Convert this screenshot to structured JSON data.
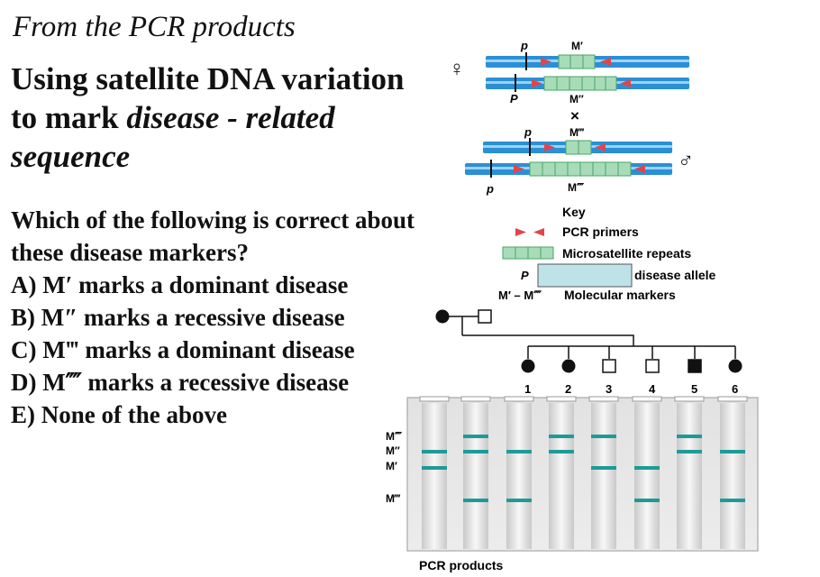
{
  "slide": {
    "subtitle": "From the PCR products",
    "title_part1": "Using satellite DNA variation to mark ",
    "title_emphasis": "disease - related sequence",
    "question": "Which of the following is correct about these disease markers?",
    "options": [
      "A) M′ marks a dominant disease",
      "B) M″ marks a recessive disease",
      "C) M‴ marks a dominant disease",
      "D) M⁗ marks a recessive disease",
      "E) None of the above"
    ]
  },
  "figure": {
    "female_symbol": "♀",
    "male_symbol": "♂",
    "cross_symbol": "×",
    "chromosome_labels": {
      "p_small": "p",
      "P_large": "P",
      "m1": "M′",
      "m2": "M″",
      "m3": "M‴",
      "m4": "M⁗"
    },
    "key": {
      "title": "Key",
      "primers": "PCR primers",
      "repeats": "Microsatellite repeats",
      "allele_prefix": "P",
      "allele": "disease allele",
      "markers_prefix": "M′ – M⁗",
      "markers": "Molecular markers"
    },
    "offspring_numbers": [
      "1",
      "2",
      "3",
      "4",
      "5",
      "6"
    ],
    "gel_marker_labels": [
      "M⁗",
      "M″",
      "M′",
      "M‴"
    ],
    "gel_caption": "PCR products",
    "colors": {
      "chromosome_blue": "#2b8fd6",
      "repeat_green": "#a8dcb8",
      "primer_red": "#e0454c",
      "allele_fill": "#bde3e8",
      "band_teal": "#1f9a96",
      "affected": "#111111"
    }
  }
}
